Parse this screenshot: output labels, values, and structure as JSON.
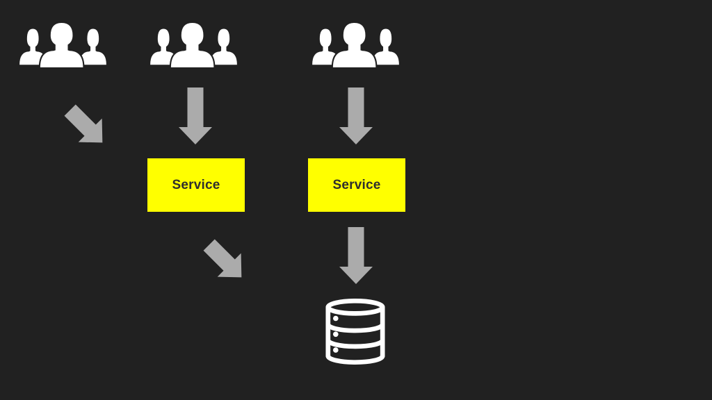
{
  "slide": {
    "background_color": "#212121",
    "user_groups": [
      {
        "name": "users-group-left"
      },
      {
        "name": "users-group-middle"
      },
      {
        "name": "users-group-right"
      }
    ],
    "service_boxes": [
      {
        "label": "Service"
      },
      {
        "label": "Service"
      }
    ],
    "database": {
      "name": "database"
    },
    "arrows": [
      {
        "from": "users-group-left",
        "direction": "down-right"
      },
      {
        "from": "users-group-middle",
        "to": "service-1",
        "direction": "down"
      },
      {
        "from": "users-group-right",
        "to": "service-2",
        "direction": "down"
      },
      {
        "from": "service-1",
        "direction": "down-right"
      },
      {
        "from": "service-2",
        "to": "database",
        "direction": "down"
      }
    ],
    "colors": {
      "service_box_bg": "#FFFF00",
      "service_box_text": "#2e2e2e",
      "arrow": "#ABABAB",
      "icon": "#FFFFFF"
    }
  }
}
